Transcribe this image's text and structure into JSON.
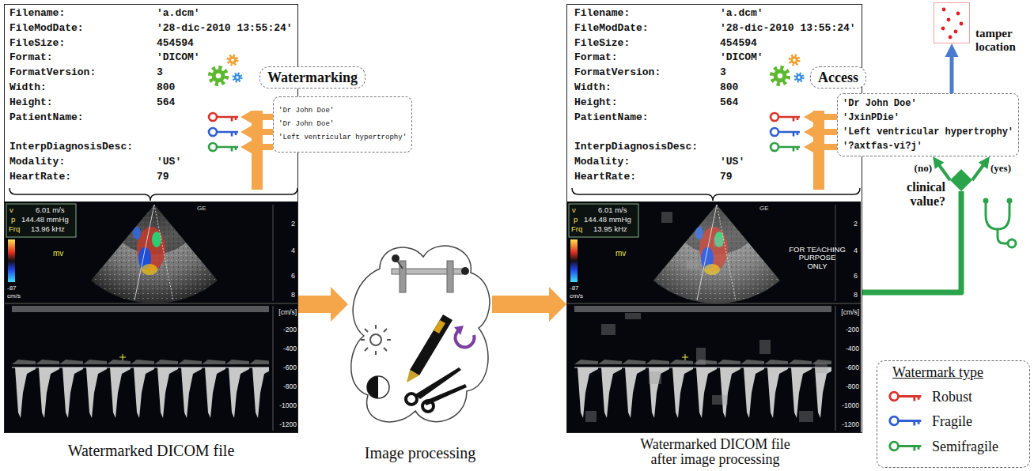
{
  "diagram": {
    "nodes": [
      {
        "text": [
          "Watermarked DICOM file"
        ]
      },
      {
        "text": [
          "Watermarking"
        ]
      },
      {
        "text": [
          "'Dr John Doe'",
          "'Dr John Doe'",
          "'Left ventricular hypertrophy'"
        ]
      },
      {
        "text": [
          "Image processing"
        ]
      },
      {
        "text": [
          "Watermarked DICOM file after image processing"
        ]
      },
      {
        "text": [
          "Access"
        ]
      },
      {
        "text": [
          "'Dr John Doe'",
          "'JxinPDie'",
          "'Left ventricular hypertrophy'",
          "'?axtfas-vi?j'"
        ]
      },
      {
        "text": [
          "tamper location"
        ]
      },
      {
        "text": [
          "clinical value?"
        ]
      }
    ],
    "edges": [
      {
        "from": 0,
        "to": 3,
        "arrow": "to"
      },
      {
        "from": 3,
        "to": 4,
        "arrow": "to"
      },
      {
        "from": 6,
        "to": 7,
        "arrow": "to"
      },
      {
        "from": 4,
        "to": 8,
        "arrow": "none"
      },
      {
        "from": 8,
        "to": 6,
        "label": "(no)",
        "arrow": "to"
      },
      {
        "from": 8,
        "to": 6,
        "label": "(yes)",
        "arrow": "to"
      }
    ],
    "labels": [
      "Filename:",
      "'a.dcm'",
      "FileModDate:",
      "'28-dic-2010 13:55:24'",
      "FileSize:",
      "454594",
      "Format:",
      "'DICOM'",
      "FormatVersion:",
      "3",
      "Width:",
      "800",
      "Height:",
      "564",
      "PatientName:",
      "InterpDiagnosisDesc:",
      "Modality:",
      "'US'",
      "HeartRate:",
      "79",
      "Filename:",
      "'a.dcm'",
      "FileModDate:",
      "'28-dic-2010 13:55:24'",
      "FileSize:",
      "454594",
      "Format:",
      "'DICOM'",
      "FormatVersion:",
      "3",
      "Width:",
      "800",
      "Height:",
      "564",
      "PatientName:",
      "InterpDiagnosisDesc:",
      "Modality:",
      "'US'",
      "HeartRate:",
      "79",
      "GE",
      "v",
      "6.01 m/s",
      "p",
      "144.48 mmHg",
      "Frq",
      "13.96 kHz",
      "mv",
      "-87",
      "cm/s",
      "2",
      "4",
      "6",
      "8",
      "[cm/s]",
      "-200",
      "-400",
      "-600",
      "-800",
      "-1000",
      "-1200",
      "GE",
      "v",
      "6.01 m/s",
      "p",
      "144.48 mmHg",
      "Frq",
      "13.95 kHz",
      "mv",
      "-87",
      "cm/s",
      "2",
      "4",
      "6",
      "8",
      "[cm/s]",
      "-200",
      "-400",
      "-600",
      "-800",
      "-1000",
      "-1200",
      "FOR TEACHING PURPOSE ONLY",
      "Watermark type"
    ],
    "legend": [
      {
        "text": "Robust"
      },
      {
        "text": "Fragile"
      },
      {
        "text": "Semifragile"
      }
    ]
  }
}
